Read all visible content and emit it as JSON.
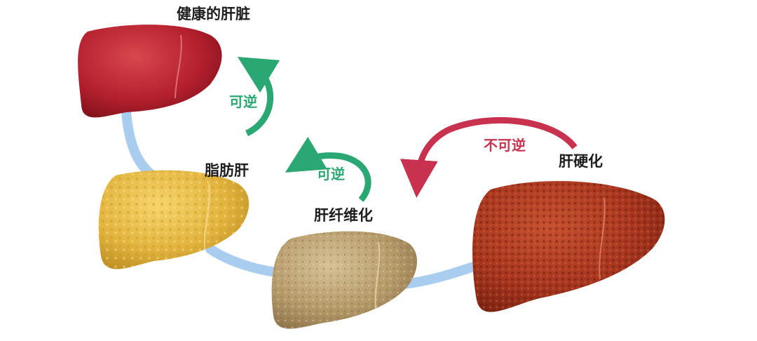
{
  "stages": {
    "healthy": {
      "label": "健康的肝脏"
    },
    "fatty": {
      "label": "脂肪肝"
    },
    "fibrosis": {
      "label": "肝纤维化"
    },
    "cirrhosis": {
      "label": "肝硬化"
    }
  },
  "transitions": {
    "reversible_top": {
      "label": "可逆",
      "color": "#2aa772"
    },
    "reversible_mid": {
      "label": "可逆",
      "color": "#2aa772"
    },
    "irreversible": {
      "label": "不可逆",
      "color": "#c8324f"
    }
  },
  "colors": {
    "progression_path": "#a9cdee",
    "healthy_liver": "#b5202e",
    "fatty_liver": "#e2b43e",
    "fibrosis_liver": "#b59a69",
    "cirrhosis_liver": "#a8361f"
  }
}
